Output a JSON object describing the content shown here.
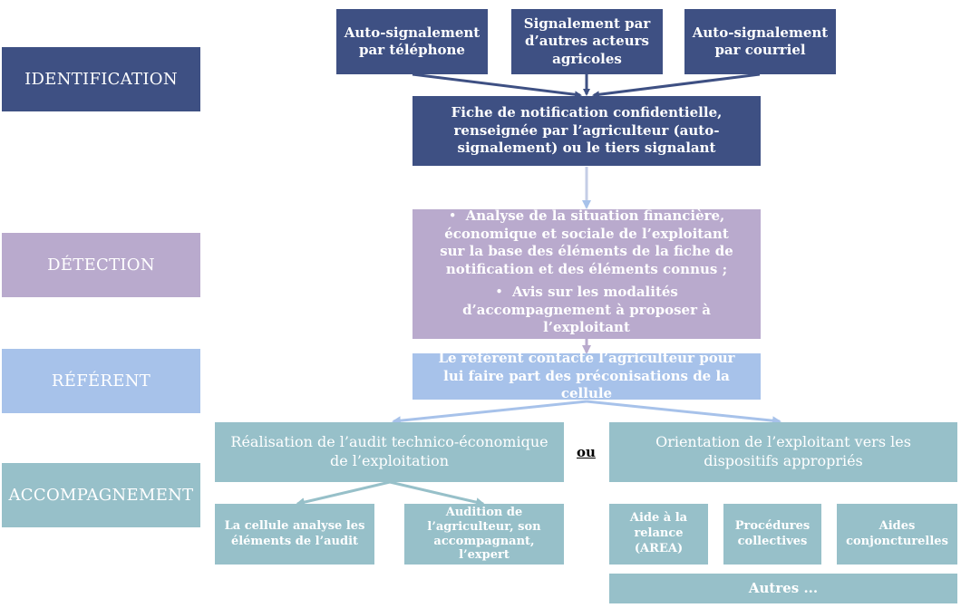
{
  "phases": {
    "identification": "IDENTIFICATION",
    "detection": "DÉTECTION",
    "referent": "RÉFÉRENT",
    "accompagnement": "ACCOMPAGNEMENT"
  },
  "sources": {
    "phone": "Auto-signalement par téléphone",
    "actors": "Signalement par d’autres acteurs agricoles",
    "mail": "Auto-signalement par courriel"
  },
  "notification": "Fiche de notification confidentielle, renseignée par l’agriculteur (auto-signalement) ou le tiers signalant",
  "analysis": {
    "bullet1": "Analyse de la situation financière, économique et sociale de l’exploitant sur la base des éléments de la fiche de notification et des éléments connus ;",
    "bullet2": "Avis sur les modalités d’accompagnement à proposer à l’exploitant"
  },
  "referent_text": "Le référent contacte l’agriculteur pour lui faire part des préconisations de la cellule",
  "or_label": "ou",
  "audit": {
    "title": "Réalisation de l’audit technico-économique de l’exploitation",
    "analysis": "La cellule analyse les éléments de l’audit",
    "hearing": "Audition de l’agriculteur, son accompagnant, l’expert"
  },
  "orientation": {
    "title": "Orientation de l’exploitant vers les dispositifs appropriés",
    "area": "Aide à la relance (AREA)",
    "collective": "Procédures collectives",
    "aids": "Aides conjoncturelles",
    "others": "Autres ..."
  },
  "colors": {
    "identification": "#3e5083",
    "detection": "#b9aacd",
    "referent": "#a7c2ea",
    "accompagnement": "#97c0c9"
  }
}
